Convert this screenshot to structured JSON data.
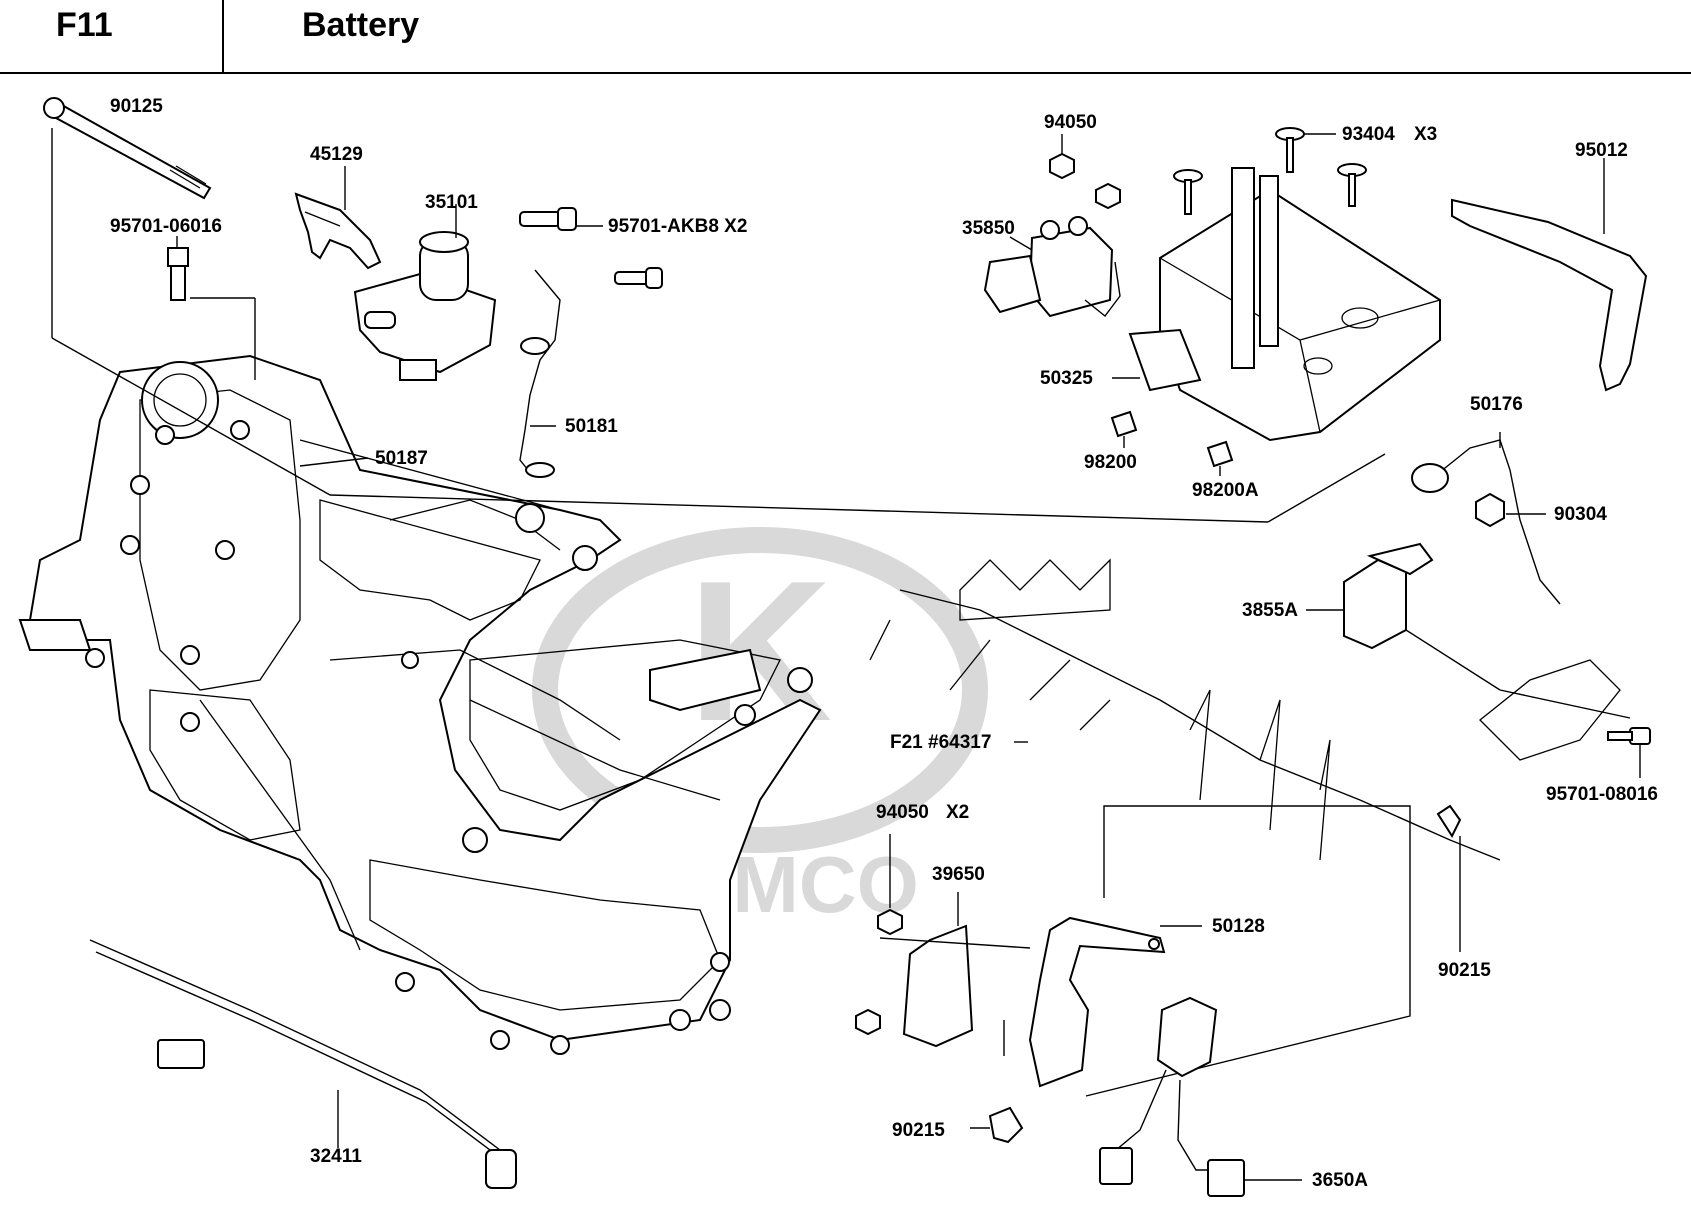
{
  "header": {
    "code": "F11",
    "title": "Battery"
  },
  "watermark": {
    "brand": "KYMCO",
    "color": "#d9d9d9"
  },
  "labels": {
    "p90125": "90125",
    "p45129": "45129",
    "p35101": "35101",
    "p95701_06016": "95701-06016",
    "p95701_akb8": "95701-AKB8 X2",
    "p50181": "50181",
    "p50187": "50187",
    "p94050_top": "94050",
    "p93404": "93404",
    "p93404_qty": "X3",
    "p95012": "95012",
    "p35850": "35850",
    "p50325": "50325",
    "p98200": "98200",
    "p98200a": "98200A",
    "p50176": "50176",
    "p90304": "90304",
    "p3855a": "3855A",
    "pf21": "F21 #64317",
    "p95701_08016": "95701-08016",
    "p94050_bottom": "94050",
    "p94050_qty": "X2",
    "p39650": "39650",
    "p50128": "50128",
    "p90215_right": "90215",
    "p90215_bottom": "90215",
    "p3650a": "3650A",
    "p32411": "32411"
  }
}
